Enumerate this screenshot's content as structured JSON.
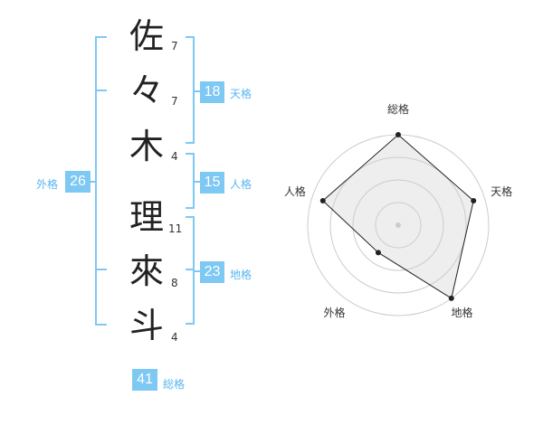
{
  "name": {
    "characters": [
      {
        "char": "佐",
        "strokes": "7"
      },
      {
        "char": "々",
        "strokes": "7"
      },
      {
        "char": "木",
        "strokes": "4"
      },
      {
        "char": "理",
        "strokes": "11"
      },
      {
        "char": "來",
        "strokes": "8"
      },
      {
        "char": "斗",
        "strokes": "4"
      }
    ]
  },
  "scores": {
    "tenkaku": {
      "label": "天格",
      "value": "18"
    },
    "jinkaku": {
      "label": "人格",
      "value": "15"
    },
    "chikaku": {
      "label": "地格",
      "value": "23"
    },
    "gaikaku": {
      "label": "外格",
      "value": "26"
    },
    "soukaku": {
      "label": "総格",
      "value": "41"
    }
  },
  "colors": {
    "accent": "#7ec8f4",
    "accent_text": "#58b6ee",
    "radar_fill": "#eeeeee",
    "ring": "#cccccc",
    "line": "#222222"
  },
  "chart_data": {
    "type": "radar",
    "axes": [
      "総格",
      "天格",
      "地格",
      "外格",
      "人格"
    ],
    "levels": 4,
    "range": [
      0,
      4
    ],
    "values": [
      4,
      3.5,
      4,
      1.5,
      3.5
    ]
  }
}
